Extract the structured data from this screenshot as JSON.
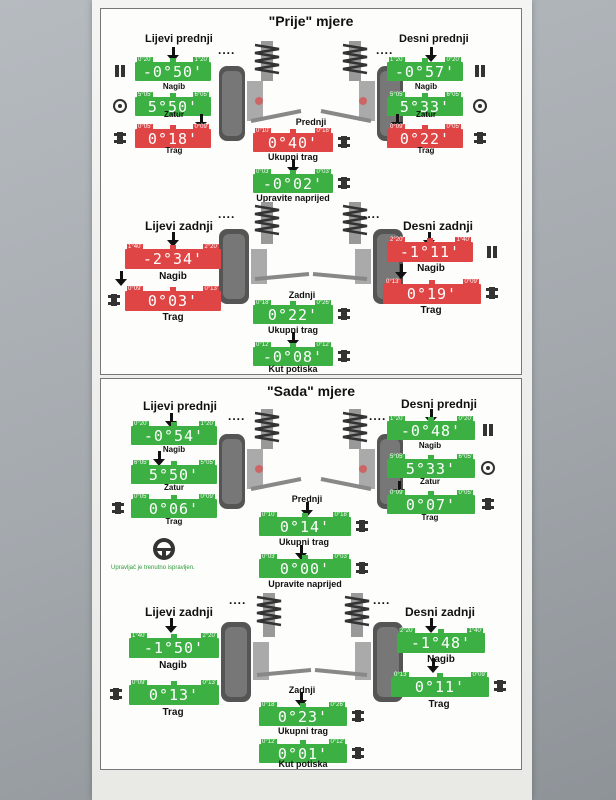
{
  "before": {
    "title": "\"Prije\" mjere",
    "front_left": {
      "label": "Lijevi prednji",
      "camber": {
        "value": "-0°50'",
        "min": "0°20'",
        "max": "1°20'",
        "label": "Nagib",
        "status": "green"
      },
      "caster": {
        "value": "5°50'",
        "min": "5°05'",
        "max": "6°05'",
        "label": "Zatur",
        "status": "green"
      },
      "toe": {
        "value": "0°18'",
        "min": "0°05'",
        "max": "0°09'",
        "label": "Trag",
        "status": "red"
      }
    },
    "front_right": {
      "label": "Desni prednji",
      "camber": {
        "value": "-0°57'",
        "min": "1°20'",
        "max": "0°20'",
        "label": "Nagib",
        "status": "green"
      },
      "caster": {
        "value": "5°33'",
        "min": "5°05'",
        "max": "6°05'",
        "label": "Zatur",
        "status": "green"
      },
      "toe": {
        "value": "0°22'",
        "min": "0°09'",
        "max": "0°05'",
        "label": "Trag",
        "status": "red"
      }
    },
    "front_total": {
      "label": "Prednji",
      "total_toe": {
        "value": "0°40'",
        "min": "0°10'",
        "max": "0°18'",
        "label": "Ukupni trag",
        "status": "red"
      },
      "setback": {
        "value": "-0°02'",
        "min": "0°03'",
        "max": "0°03'",
        "label": "Upravite naprijed",
        "status": "green"
      }
    },
    "rear_left": {
      "label": "Lijevi zadnji",
      "camber": {
        "value": "-2°34'",
        "min": "1°40'",
        "max": "2°20'",
        "label": "Nagib",
        "status": "red"
      },
      "toe": {
        "value": "0°03'",
        "min": "0°09'",
        "max": "0°13'",
        "label": "Trag",
        "status": "red"
      }
    },
    "rear_right": {
      "label": "Desni zadnji",
      "camber": {
        "value": "-1°11'",
        "min": "2°20'",
        "max": "1°40'",
        "label": "Nagib",
        "status": "red"
      },
      "toe": {
        "value": "0°19'",
        "min": "0°13'",
        "max": "0°09'",
        "label": "Trag",
        "status": "red"
      }
    },
    "rear_total": {
      "label": "Zadnji",
      "total_toe": {
        "value": "0°22'",
        "min": "0°18'",
        "max": "0°26'",
        "label": "Ukupni trag",
        "status": "green"
      },
      "thrust": {
        "value": "-0°08'",
        "min": "0°12'",
        "max": "0°12'",
        "label": "Kut potiska",
        "status": "green"
      }
    }
  },
  "after": {
    "title": "\"Sada\" mjere",
    "front_left": {
      "label": "Lijevi prednji",
      "camber": {
        "value": "-0°54'",
        "min": "0°20'",
        "max": "1°20'",
        "label": "Nagib",
        "status": "green"
      },
      "caster": {
        "value": "5°50'",
        "min": "6°05'",
        "max": "5°05'",
        "label": "Zatur",
        "status": "green"
      },
      "toe": {
        "value": "0°06'",
        "min": "0°05'",
        "max": "0°09'",
        "label": "Trag",
        "status": "green"
      }
    },
    "front_right": {
      "label": "Desni prednji",
      "camber": {
        "value": "-0°48'",
        "min": "1°20'",
        "max": "0°20'",
        "label": "Nagib",
        "status": "green"
      },
      "caster": {
        "value": "5°33'",
        "min": "5°05'",
        "max": "6°05'",
        "label": "Zatur",
        "status": "green"
      },
      "toe": {
        "value": "0°07'",
        "min": "0°09'",
        "max": "0°05'",
        "label": "Trag",
        "status": "green"
      }
    },
    "front_total": {
      "label": "Prednji",
      "total_toe": {
        "value": "0°14'",
        "min": "0°10'",
        "max": "0°18'",
        "label": "Ukupni trag",
        "status": "green"
      },
      "setback": {
        "value": "0°00'",
        "min": "0°03'",
        "max": "0°03'",
        "label": "Upravite naprijed",
        "status": "green"
      }
    },
    "steering_note": "Upravljač je trenutno ispravljen.",
    "rear_left": {
      "label": "Lijevi zadnji",
      "camber": {
        "value": "-1°50'",
        "min": "1°40'",
        "max": "2°20'",
        "label": "Nagib",
        "status": "green"
      },
      "toe": {
        "value": "0°13'",
        "min": "0°09'",
        "max": "0°13'",
        "label": "Trag",
        "status": "green"
      }
    },
    "rear_right": {
      "label": "Desni zadnji",
      "camber": {
        "value": "-1°48'",
        "min": "2°20'",
        "max": "1°40'",
        "label": "Nagib",
        "status": "green"
      },
      "toe": {
        "value": "0°11'",
        "min": "0°13'",
        "max": "0°09'",
        "label": "Trag",
        "status": "green"
      }
    },
    "rear_total": {
      "label": "Zadnji",
      "total_toe": {
        "value": "0°23'",
        "min": "0°18'",
        "max": "0°26'",
        "label": "Ukupni trag",
        "status": "green"
      },
      "thrust": {
        "value": "0°01'",
        "min": "0°12'",
        "max": "0°12'",
        "label": "Kut potiska",
        "status": "green"
      }
    }
  },
  "dots": "....",
  "colors": {
    "green": "#3cb043",
    "red": "#e04545"
  },
  "icons": [
    "suspension-strut-icon",
    "wheel-icon",
    "steering-wheel-icon",
    "car-top-icon",
    "wheel-angle-icon"
  ]
}
